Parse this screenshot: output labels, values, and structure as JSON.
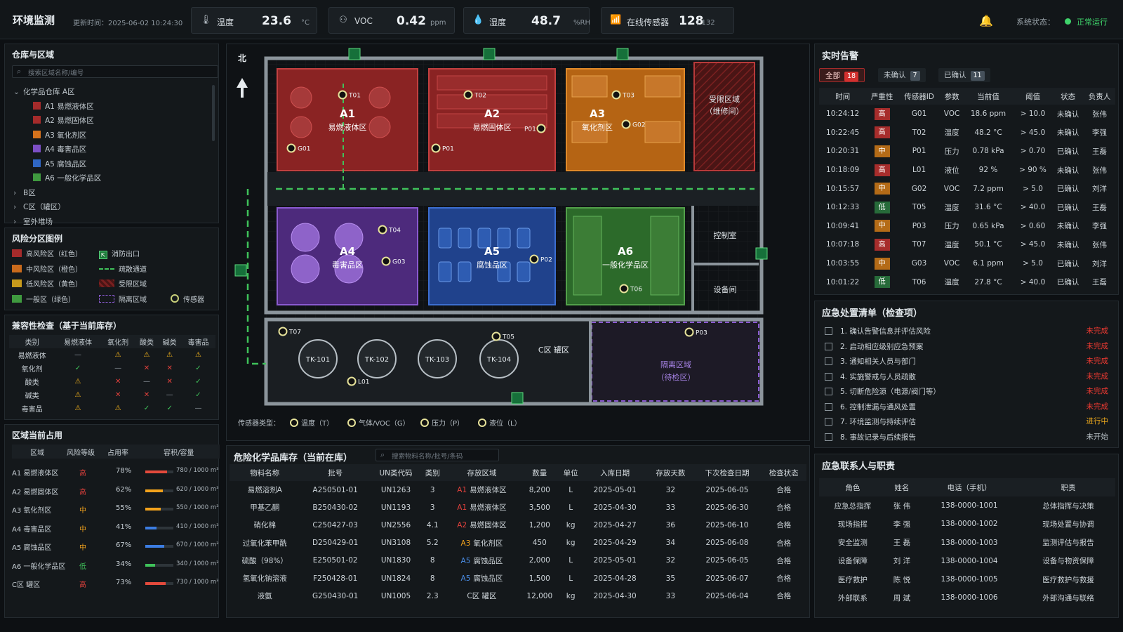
{
  "header": {
    "title": "环境监测",
    "updated": "更新时间：2025-06-02 10:24:30",
    "metrics": [
      {
        "icon": "thermometer-icon",
        "glyph": "🌡",
        "label": "温度",
        "value": "23.6",
        "unit": "°C"
      },
      {
        "icon": "voc-icon",
        "glyph": "⚇",
        "label": "VOC",
        "value": "0.42",
        "unit": "ppm"
      },
      {
        "icon": "humidity-icon",
        "glyph": "💧",
        "label": "湿度",
        "value": "48.7",
        "unit": "%RH"
      },
      {
        "icon": "sensor-online-icon",
        "glyph": "📶",
        "label": "在线传感器",
        "value": "128",
        "unit": "/ 132"
      }
    ],
    "system_label": "系统状态：",
    "system_value": "正常运行"
  },
  "left": {
    "tree_title": "仓库与区域",
    "search_placeholder": "搜索区域名称/编号",
    "tree": [
      {
        "label": "化学品仓库 A区",
        "expanded": true,
        "children": [
          {
            "label": "A1 易燃液体区",
            "color": "#a52b2b"
          },
          {
            "label": "A2 易燃固体区",
            "color": "#a52b2b"
          },
          {
            "label": "A3 氧化剂区",
            "color": "#d6721c"
          },
          {
            "label": "A4 毒害品区",
            "color": "#7d4fc6"
          },
          {
            "label": "A5 腐蚀品区",
            "color": "#2f66c4"
          },
          {
            "label": "A6 一般化学品区",
            "color": "#3f9a3f"
          }
        ]
      },
      {
        "label": "B区"
      },
      {
        "label": "C区（罐区）"
      },
      {
        "label": "室外堆场"
      }
    ],
    "legend_title": "风险分区图例",
    "legend": [
      {
        "label": "高风险区（红色）",
        "color": "#a52b2b",
        "type": "box"
      },
      {
        "label": "消防出口",
        "type": "exit"
      },
      {
        "label": "中风险区（橙色）",
        "color": "#c96a1c",
        "type": "box"
      },
      {
        "label": "疏散通道",
        "type": "dash"
      },
      {
        "label": "低风险区（黄色）",
        "color": "#c79a1c",
        "type": "box"
      },
      {
        "label": "受限区域",
        "type": "hatch"
      },
      {
        "label": "一般区（绿色）",
        "color": "#3f9a3f",
        "type": "box"
      },
      {
        "label": "隔离区域",
        "type": "iso"
      },
      {
        "label": "传感器",
        "type": "sensor"
      }
    ],
    "compat_title": "兼容性检查（基于当前库存）",
    "compat_head": [
      "类别",
      "易燃液体",
      "氧化剂",
      "酸类",
      "碱类",
      "毒害品"
    ],
    "compat_rows": [
      [
        "易燃液体",
        "—",
        "⚠",
        "⚠",
        "⚠",
        "⚠"
      ],
      [
        "氧化剂",
        "✓",
        "—",
        "✕",
        "✕",
        "✓"
      ],
      [
        "酸类",
        "⚠",
        "✕",
        "—",
        "✕",
        "✓"
      ],
      [
        "碱类",
        "⚠",
        "✕",
        "✕",
        "—",
        "✓"
      ],
      [
        "毒害品",
        "⚠",
        "⚠",
        "✓",
        "✓",
        "—"
      ]
    ],
    "occ_title": "区域当前占用",
    "occ_head": [
      "区域",
      "风险等级",
      "占用率",
      "容积/容量"
    ],
    "occ_rows": [
      {
        "zone": "A1 易燃液体区",
        "risk": "高",
        "pct": "78%",
        "cap": "780 / 1000 m³",
        "fill": 0.78,
        "color": "#e34a3c"
      },
      {
        "zone": "A2 易燃固体区",
        "risk": "高",
        "pct": "62%",
        "cap": "620 / 1000 m³",
        "fill": 0.62,
        "color": "#f2a21c"
      },
      {
        "zone": "A3 氧化剂区",
        "risk": "中",
        "pct": "55%",
        "cap": "550 / 1000 m³",
        "fill": 0.55,
        "color": "#f2a21c"
      },
      {
        "zone": "A4 毒害品区",
        "risk": "中",
        "pct": "41%",
        "cap": "410 / 1000 m³",
        "fill": 0.41,
        "color": "#3c7de2"
      },
      {
        "zone": "A5 腐蚀品区",
        "risk": "中",
        "pct": "67%",
        "cap": "670 / 1000 m³",
        "fill": 0.67,
        "color": "#3c7de2"
      },
      {
        "zone": "A6 一般化学品区",
        "risk": "低",
        "pct": "34%",
        "cap": "340 / 1000 m³",
        "fill": 0.34,
        "color": "#3fc25a"
      },
      {
        "zone": "C区 罐区",
        "risk": "高",
        "pct": "73%",
        "cap": "730 / 1000 m³",
        "fill": 0.73,
        "color": "#e34a3c"
      }
    ]
  },
  "map": {
    "north": "北",
    "zones": [
      {
        "id": "A1",
        "name": "易燃液体区"
      },
      {
        "id": "A2",
        "name": "易燃固体区"
      },
      {
        "id": "A3",
        "name": "氧化剂区"
      },
      {
        "id": "A4",
        "name": "毒害品区"
      },
      {
        "id": "A5",
        "name": "腐蚀品区"
      },
      {
        "id": "A6",
        "name": "一般化学品区"
      }
    ],
    "restricted": "受限区域",
    "restricted_sub": "（维修间）",
    "control": "控制室",
    "equipment": "设备间",
    "tank_area": "C区 罐区",
    "tanks": [
      "TK-101",
      "TK-102",
      "TK-103",
      "TK-104"
    ],
    "iso": "隔离区域",
    "iso_sub": "（待检区）",
    "sensors": [
      "T01",
      "G01",
      "T02",
      "P01",
      "P01",
      "T03",
      "G02",
      "T04",
      "G03",
      "T05",
      "P02",
      "T06",
      "T07",
      "L01",
      "P03"
    ],
    "legend_label": "传感器类型：",
    "legend": [
      "温度（T）",
      "气体/VOC（G）",
      "压力（P）",
      "液位（L）"
    ]
  },
  "inventory": {
    "title": "危险化学品库存（当前在库）",
    "search_placeholder": "搜索物料名称/批号/条码",
    "head": [
      "物料名称",
      "批号",
      "UN类代码",
      "类别",
      "存放区域",
      "数量",
      "单位",
      "入库日期",
      "存放天数",
      "下次检查日期",
      "检查状态"
    ],
    "rows": [
      {
        "name": "易燃溶剂A",
        "batch": "A250501-01",
        "un": "UN1263",
        "cls": "3",
        "zid": "A1",
        "zname": "易燃液体区",
        "qty": "8,200",
        "unit": "L",
        "in": "2025-05-01",
        "days": "32",
        "next": "2025-06-05",
        "st": "合格"
      },
      {
        "name": "甲基乙酮",
        "batch": "B250430-02",
        "un": "UN1193",
        "cls": "3",
        "zid": "A1",
        "zname": "易燃液体区",
        "qty": "3,500",
        "unit": "L",
        "in": "2025-04-30",
        "days": "33",
        "next": "2025-06-30",
        "st": "合格"
      },
      {
        "name": "硝化棉",
        "batch": "C250427-03",
        "un": "UN2556",
        "cls": "4.1",
        "zid": "A2",
        "zname": "易燃固体区",
        "qty": "1,200",
        "unit": "kg",
        "in": "2025-04-27",
        "days": "36",
        "next": "2025-06-10",
        "st": "合格"
      },
      {
        "name": "过氧化苯甲酰",
        "batch": "D250429-01",
        "un": "UN3108",
        "cls": "5.2",
        "zid": "A3",
        "zname": "氧化剂区",
        "qty": "450",
        "unit": "kg",
        "in": "2025-04-29",
        "days": "34",
        "next": "2025-06-08",
        "st": "合格"
      },
      {
        "name": "硫酸（98%）",
        "batch": "E250501-02",
        "un": "UN1830",
        "cls": "8",
        "zid": "A5",
        "zname": "腐蚀品区",
        "qty": "2,000",
        "unit": "L",
        "in": "2025-05-01",
        "days": "32",
        "next": "2025-06-05",
        "st": "合格"
      },
      {
        "name": "氢氧化钠溶液",
        "batch": "F250428-01",
        "un": "UN1824",
        "cls": "8",
        "zid": "A5",
        "zname": "腐蚀品区",
        "qty": "1,500",
        "unit": "L",
        "in": "2025-04-28",
        "days": "35",
        "next": "2025-06-07",
        "st": "合格"
      },
      {
        "name": "液氨",
        "batch": "G250430-01",
        "un": "UN1005",
        "cls": "2.3",
        "zid": "",
        "zname": "C区 罐区",
        "qty": "12,000",
        "unit": "kg",
        "in": "2025-04-30",
        "days": "33",
        "next": "2025-06-04",
        "st": "合格"
      }
    ]
  },
  "alarms": {
    "title": "实时告警",
    "tabs": [
      {
        "label": "全部",
        "count": "18"
      },
      {
        "label": "未确认",
        "count": "7"
      },
      {
        "label": "已确认",
        "count": "11"
      }
    ],
    "head": [
      "时间",
      "严重性",
      "传感器ID",
      "参数",
      "当前值",
      "阈值",
      "状态",
      "负责人"
    ],
    "rows": [
      {
        "t": "10:24:12",
        "sev": "高",
        "id": "G01",
        "p": "VOC",
        "v": "18.6 ppm",
        "th": "> 10.0",
        "st": "未确认",
        "who": "张伟"
      },
      {
        "t": "10:22:45",
        "sev": "高",
        "id": "T02",
        "p": "温度",
        "v": "48.2 °C",
        "th": "> 45.0",
        "st": "未确认",
        "who": "李强"
      },
      {
        "t": "10:20:31",
        "sev": "中",
        "id": "P01",
        "p": "压力",
        "v": "0.78 kPa",
        "th": "> 0.70",
        "st": "已确认",
        "who": "王磊"
      },
      {
        "t": "10:18:09",
        "sev": "高",
        "id": "L01",
        "p": "液位",
        "v": "92 %",
        "th": "> 90 %",
        "st": "未确认",
        "who": "张伟"
      },
      {
        "t": "10:15:57",
        "sev": "中",
        "id": "G02",
        "p": "VOC",
        "v": "7.2 ppm",
        "th": "> 5.0",
        "st": "已确认",
        "who": "刘洋"
      },
      {
        "t": "10:12:33",
        "sev": "低",
        "id": "T05",
        "p": "温度",
        "v": "31.6 °C",
        "th": "> 40.0",
        "st": "已确认",
        "who": "王磊"
      },
      {
        "t": "10:09:41",
        "sev": "中",
        "id": "P03",
        "p": "压力",
        "v": "0.65 kPa",
        "th": "> 0.60",
        "st": "未确认",
        "who": "李强"
      },
      {
        "t": "10:07:18",
        "sev": "高",
        "id": "T07",
        "p": "温度",
        "v": "50.1 °C",
        "th": "> 45.0",
        "st": "未确认",
        "who": "张伟"
      },
      {
        "t": "10:03:55",
        "sev": "中",
        "id": "G03",
        "p": "VOC",
        "v": "6.1 ppm",
        "th": "> 5.0",
        "st": "已确认",
        "who": "刘洋"
      },
      {
        "t": "10:01:22",
        "sev": "低",
        "id": "T06",
        "p": "温度",
        "v": "27.8 °C",
        "th": "> 40.0",
        "st": "已确认",
        "who": "王磊"
      }
    ]
  },
  "checklist": {
    "title": "应急处置清单（检查项）",
    "items": [
      {
        "label": "1. 确认告警信息并评估风险",
        "st": "未完成",
        "k": "todo"
      },
      {
        "label": "2. 启动相应级别应急预案",
        "st": "未完成",
        "k": "todo"
      },
      {
        "label": "3. 通知相关人员与部门",
        "st": "未完成",
        "k": "todo"
      },
      {
        "label": "4. 实施警戒与人员疏散",
        "st": "未完成",
        "k": "todo"
      },
      {
        "label": "5. 切断危险源（电源/阀门等）",
        "st": "未完成",
        "k": "todo"
      },
      {
        "label": "6. 控制泄漏与通风处置",
        "st": "未完成",
        "k": "todo"
      },
      {
        "label": "7. 环境监测与持续评估",
        "st": "进行中",
        "k": "doing"
      },
      {
        "label": "8. 事故记录与后续报告",
        "st": "未开始",
        "k": "nost"
      }
    ]
  },
  "contacts": {
    "title": "应急联系人与职责",
    "head": [
      "角色",
      "姓名",
      "电话（手机）",
      "职责"
    ],
    "rows": [
      [
        "应急总指挥",
        "张 伟",
        "138-0000-1001",
        "总体指挥与决策"
      ],
      [
        "现场指挥",
        "李 强",
        "138-0000-1002",
        "现场处置与协调"
      ],
      [
        "安全监测",
        "王 磊",
        "138-0000-1003",
        "监测评估与报告"
      ],
      [
        "设备保障",
        "刘 洋",
        "138-0000-1004",
        "设备与物资保障"
      ],
      [
        "医疗救护",
        "陈 悦",
        "138-0000-1005",
        "医疗救护与救援"
      ],
      [
        "外部联系",
        "周 斌",
        "138-0000-1006",
        "外部沟通与联络"
      ]
    ]
  }
}
